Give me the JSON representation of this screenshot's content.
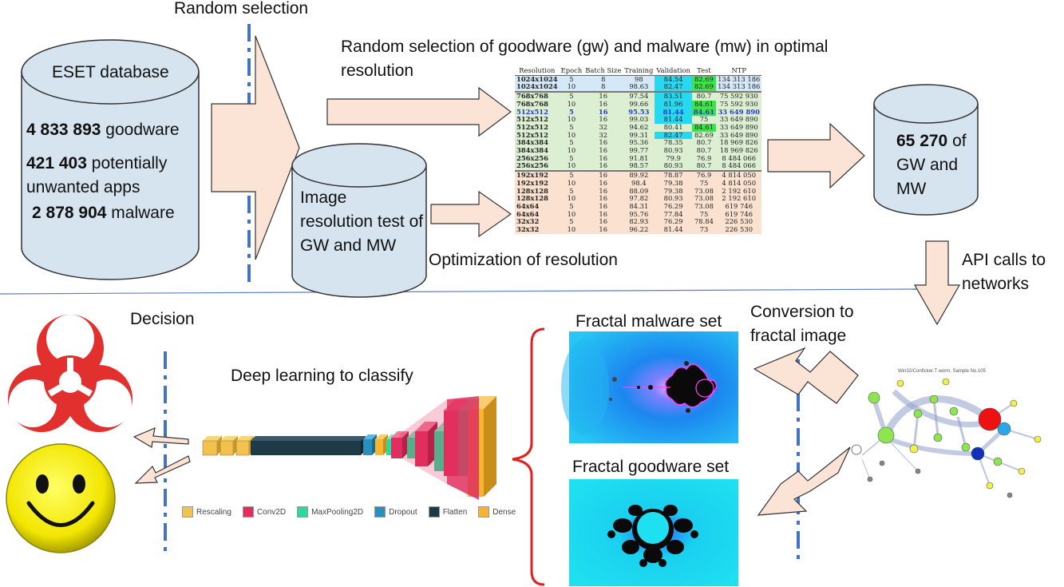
{
  "top": {
    "random_selection": "Random selection",
    "random_selection_detail": "Random selection of goodware (gw) and malware (mw) in optimal resolution",
    "optimization": "Optimization of resolution",
    "api_calls": "API calls to networks"
  },
  "db": {
    "title": "ESET database",
    "goodware_count": "4 833 893",
    "goodware_label": "goodware",
    "pua_count": "421 403",
    "pua_label": "potentially unwanted apps",
    "malware_count": "2 878 904",
    "malware_label": "malware"
  },
  "test_db": {
    "text": "Image resolution test of GW and MW"
  },
  "result_db": {
    "count": "65 270",
    "label": "of GW and MW"
  },
  "table": {
    "headers": [
      "Resolution",
      "Epoch",
      "Batch Size",
      "Training",
      "Validation",
      "Test",
      "NTP"
    ],
    "rows": [
      [
        "1024x1024",
        "5",
        "8",
        "98",
        "84.54",
        "82.69",
        "134 313 186"
      ],
      [
        "1024x1024",
        "10",
        "8",
        "98.63",
        "82.47",
        "82.69",
        "134 313 186"
      ],
      [
        "768x768",
        "5",
        "16",
        "97.54",
        "83.51",
        "80.7",
        "75 592 930"
      ],
      [
        "768x768",
        "10",
        "16",
        "99.66",
        "81.96",
        "84.61",
        "75 592 930"
      ],
      [
        "512x512",
        "5",
        "16",
        "95.53",
        "81.44",
        "84.61",
        "33 649 890"
      ],
      [
        "512x512",
        "10",
        "16",
        "99.03",
        "81.44",
        "75",
        "33 649 890"
      ],
      [
        "512x512",
        "5",
        "32",
        "94.62",
        "80.41",
        "84.61",
        "33 649 890"
      ],
      [
        "512x512",
        "10",
        "32",
        "99.31",
        "82.47",
        "82.69",
        "33 649 890"
      ],
      [
        "384x384",
        "5",
        "16",
        "95.36",
        "78.35",
        "80.7",
        "18 969 826"
      ],
      [
        "384x384",
        "10",
        "16",
        "99.77",
        "80.93",
        "80.7",
        "18 969 826"
      ],
      [
        "256x256",
        "5",
        "16",
        "91.81",
        "79.9",
        "76.9",
        "8 484 066"
      ],
      [
        "256x256",
        "10",
        "16",
        "98.57",
        "80.93",
        "80.7",
        "8 484 066"
      ],
      [
        "192x192",
        "5",
        "16",
        "89.92",
        "78.87",
        "76.9",
        "4 814 050"
      ],
      [
        "192x192",
        "10",
        "16",
        "98.4",
        "79.38",
        "75",
        "4 814 050"
      ],
      [
        "128x128",
        "5",
        "16",
        "88.09",
        "79.38",
        "73.08",
        "2 192 610"
      ],
      [
        "128x128",
        "10",
        "16",
        "97.82",
        "80.93",
        "73.08",
        "2 192 610"
      ],
      [
        "64x64",
        "5",
        "16",
        "84.31",
        "76.29",
        "73.08",
        "619 746"
      ],
      [
        "64x64",
        "10",
        "16",
        "95.76",
        "77.84",
        "75",
        "619 746"
      ],
      [
        "32x32",
        "5",
        "16",
        "82.93",
        "76.29",
        "78.84",
        "226 530"
      ],
      [
        "32x32",
        "10",
        "16",
        "96.22",
        "81.44",
        "73",
        "226 530"
      ]
    ]
  },
  "bottom": {
    "decision": "Decision",
    "deep_learning": "Deep learning to classify",
    "fractal_malware": "Fractal malware set",
    "fractal_goodware": "Fractal goodware set",
    "conversion": "Conversion to fractal image",
    "graph_title": "Win32/Conficker.T worm, Sample No.105"
  },
  "legend": [
    "Rescaling",
    "Conv2D",
    "MaxPooling2D",
    "Dropout",
    "Flatten",
    "Dense"
  ],
  "colors": {
    "cylinder": "#d6e4f0",
    "arrow": "#fbe3d6",
    "dash": "#4472c4",
    "brace": "#e02020",
    "fractal_bg": "#27c6f5",
    "rescaling": "#f2c14e",
    "conv2d": "#e02f5e",
    "maxpool": "#2ed79a",
    "dropout": "#2a8fbd",
    "flatten": "#1f3a47",
    "dense": "#f5b431"
  }
}
